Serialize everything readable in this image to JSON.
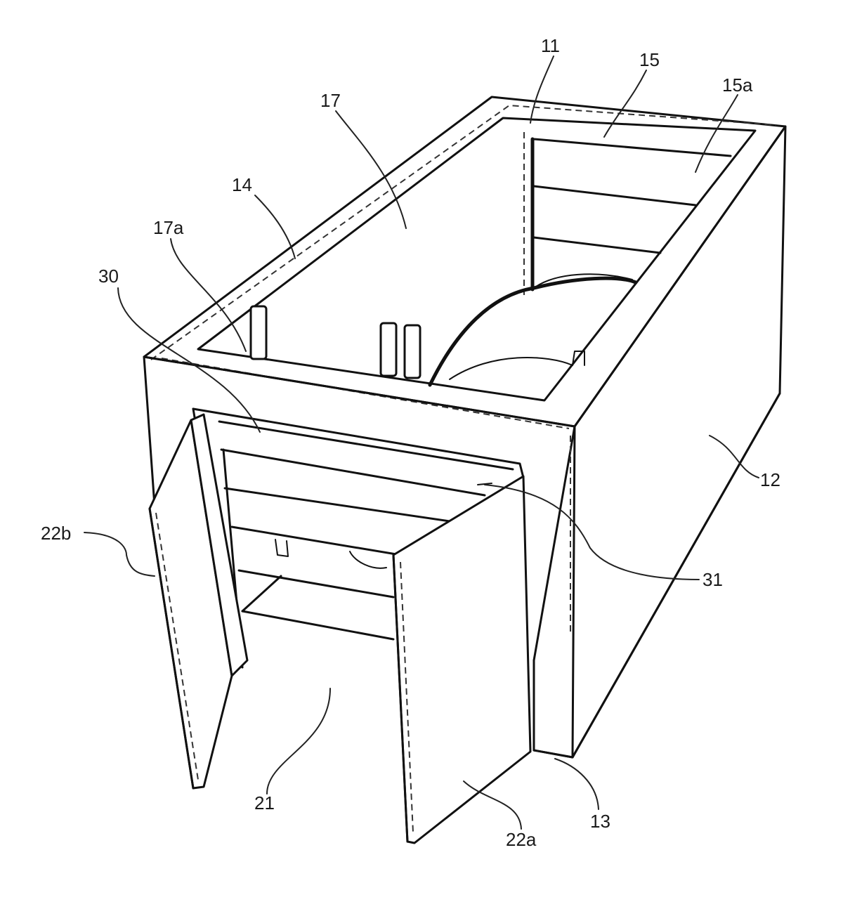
{
  "figure": {
    "reference_labels": [
      {
        "key": "11",
        "text": "11"
      },
      {
        "key": "15",
        "text": "15"
      },
      {
        "key": "15a",
        "text": "15a"
      },
      {
        "key": "17",
        "text": "17"
      },
      {
        "key": "14",
        "text": "14"
      },
      {
        "key": "17a",
        "text": "17a"
      },
      {
        "key": "30",
        "text": "30"
      },
      {
        "key": "12",
        "text": "12"
      },
      {
        "key": "22b",
        "text": "22b"
      },
      {
        "key": "31",
        "text": "31"
      },
      {
        "key": "21",
        "text": "21"
      },
      {
        "key": "22a",
        "text": "22a"
      },
      {
        "key": "13",
        "text": "13"
      }
    ]
  }
}
